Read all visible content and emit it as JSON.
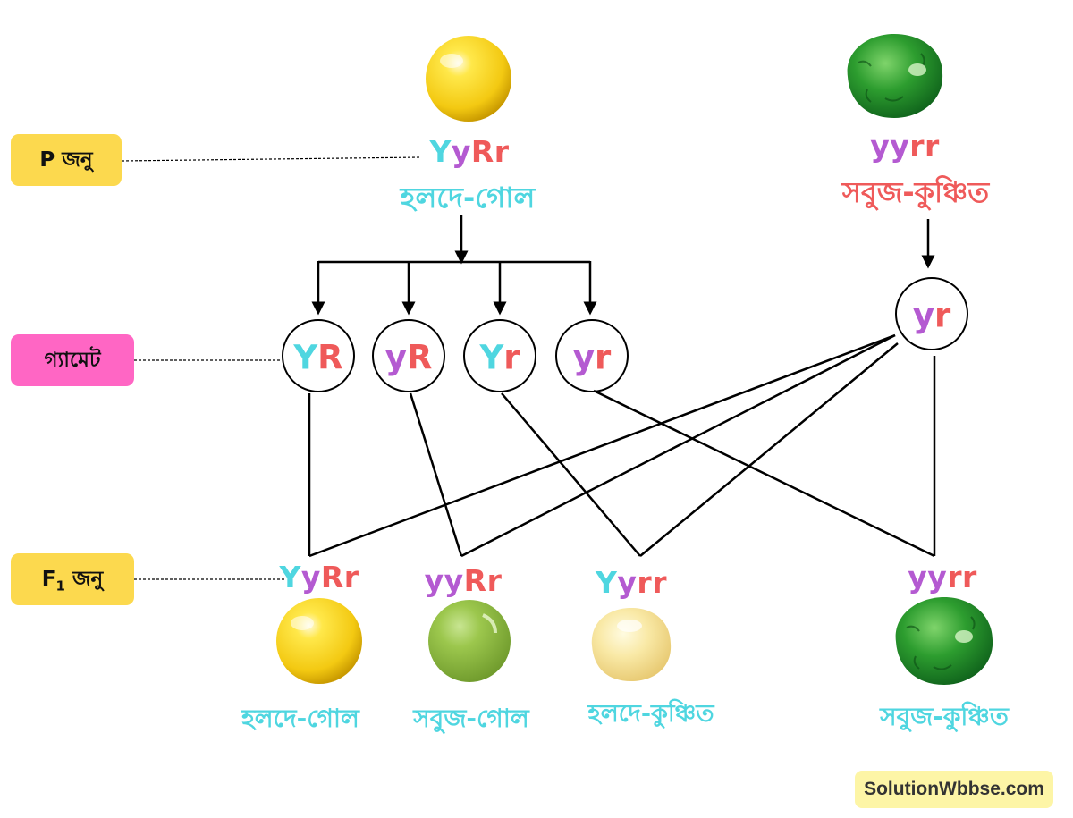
{
  "colors": {
    "cyan": "#4fd6e0",
    "violet": "#b45ad1",
    "coral": "#ef5a5a",
    "black": "#000000",
    "label_yellow": "#fcd94e",
    "label_pink": "#ff66c4"
  },
  "labels": {
    "p_generation": "P জনু",
    "gamete": "গ্যামেট",
    "f1_prefix": "F",
    "f1_sub": "1",
    "f1_suffix": " জনু"
  },
  "parents": [
    {
      "genotype": "YyRr",
      "phenotype": "হলদে-গোল",
      "seed": "yellow-round-seed"
    },
    {
      "genotype": "yyrr",
      "phenotype": "সবুজ-কুঞ্চিত",
      "seed": "green-wrinkled-seed"
    }
  ],
  "gametes_parent1": [
    "YR",
    "yR",
    "Yr",
    "yr"
  ],
  "gametes_parent2": [
    "yr"
  ],
  "offspring": [
    {
      "genotype": "YyRr",
      "phenotype": "হলদে-গোল",
      "seed": "yellow-round-seed"
    },
    {
      "genotype": "yyRr",
      "phenotype": "সবুজ-গোল",
      "seed": "green-round-seed"
    },
    {
      "genotype": "Yyrr",
      "phenotype": "হলদে-কুঞ্চিত",
      "seed": "yellow-wrinkled-seed"
    },
    {
      "genotype": "yyrr",
      "phenotype": "সবুজ-কুঞ্চিত",
      "seed": "green-wrinkled-seed"
    }
  ],
  "watermark": "SolutionWbbse.com"
}
